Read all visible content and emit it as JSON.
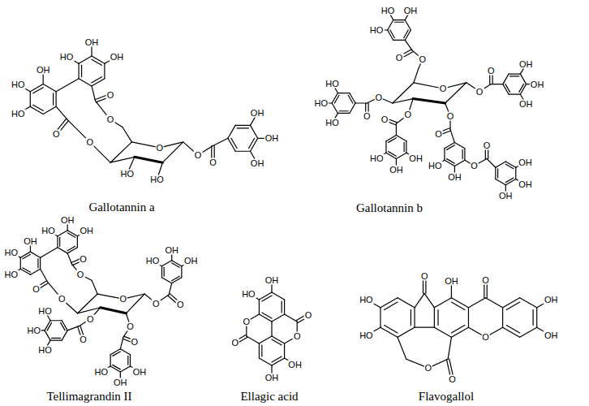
{
  "diagram": {
    "labels": [
      "HO",
      "OH",
      "OH",
      "HO",
      "HO",
      "OH",
      "O",
      "O",
      "O",
      "O",
      "O",
      "HO",
      "HO",
      "O",
      "O",
      "OH",
      "OH",
      "OH",
      "Gallotannin a",
      "O",
      "O",
      "O",
      "HO",
      "HO",
      "OH",
      "O",
      "O",
      "HO",
      "HO",
      "HO",
      "O",
      "O",
      "OH",
      "OH",
      "HO",
      "O",
      "O",
      "O",
      "OH",
      "HO",
      "O",
      "OH",
      "OH",
      "OH",
      "O",
      "O",
      "OH",
      "OH",
      "OH",
      "Gallotannin b",
      "HO",
      "OH",
      "OH",
      "HO",
      "HO",
      "OH",
      "O",
      "O",
      "O",
      "O",
      "O",
      "O",
      "O",
      "HO",
      "OH",
      "OH",
      "O",
      "O",
      "OH",
      "OH",
      "HO",
      "O",
      "O",
      "HO",
      "HO",
      "HO",
      "Tellimagrandin II",
      "HO",
      "OH",
      "O",
      "O",
      "O",
      "O",
      "OH",
      "OH",
      "Ellagic acid",
      "HO",
      "HO",
      "O",
      "OH",
      "O",
      "O",
      "OH",
      "OH",
      "O",
      "O",
      "Flavogallol"
    ]
  }
}
